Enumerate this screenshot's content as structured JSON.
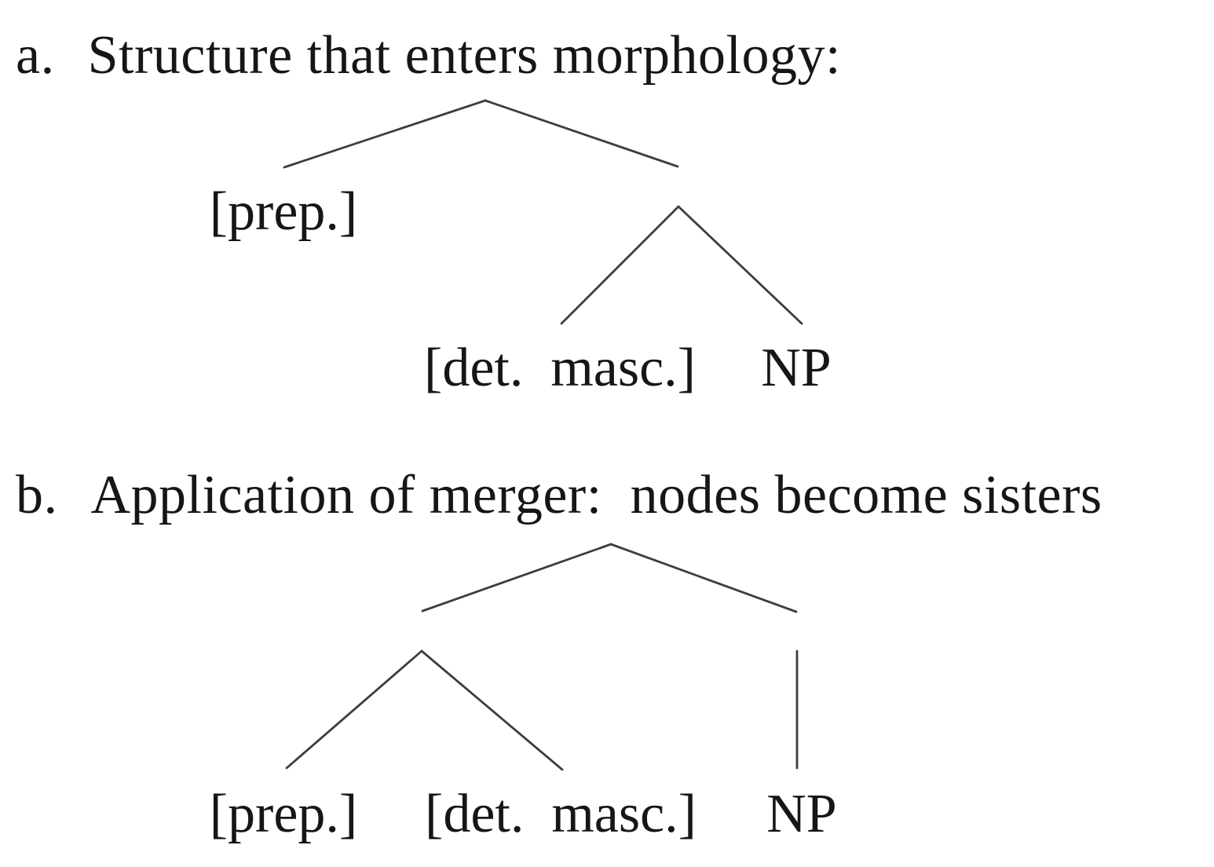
{
  "colors": {
    "background": "#ffffff",
    "text": "#161616",
    "line": "#3d3d3d"
  },
  "example_a": {
    "marker": "a.",
    "title": "Structure that enters morphology:",
    "leaves": {
      "prep": "[prep.]",
      "det_masc": "[det.  masc.]",
      "np": "NP"
    }
  },
  "example_b": {
    "marker": "b.",
    "title": "Application of merger:  nodes become sisters",
    "leaves": {
      "prep": "[prep.]",
      "det_masc": "[det.  masc.]",
      "np": "NP"
    }
  }
}
